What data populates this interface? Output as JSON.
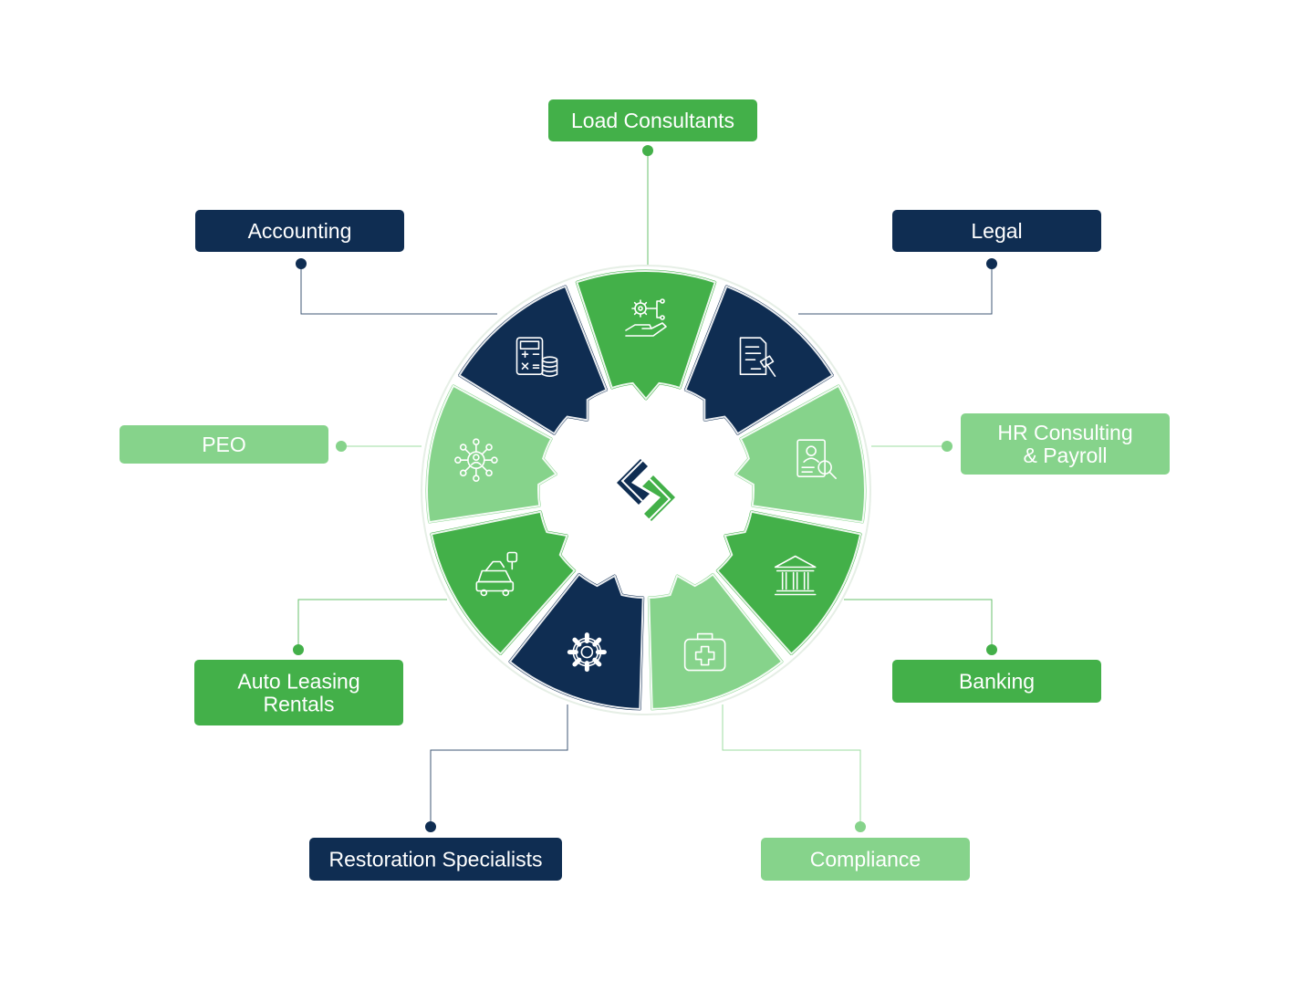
{
  "colors": {
    "navy": "#0f2d52",
    "green": "#43b049",
    "light_green": "#86d38b",
    "white": "#ffffff"
  },
  "center": {
    "icon": "s-logo-icon"
  },
  "services": [
    {
      "id": "load-consultants",
      "lines": [
        "Load Consultants"
      ],
      "color": "green",
      "icon": "gear-hand-icon"
    },
    {
      "id": "legal",
      "lines": [
        "Legal"
      ],
      "color": "navy",
      "icon": "legal-document-icon"
    },
    {
      "id": "hr-consulting-payroll",
      "lines": [
        "HR Consulting",
        "& Payroll"
      ],
      "color": "light_green",
      "icon": "document-search-icon"
    },
    {
      "id": "banking",
      "lines": [
        "Banking"
      ],
      "color": "green",
      "icon": "bank-icon"
    },
    {
      "id": "compliance",
      "lines": [
        "Compliance"
      ],
      "color": "light_green",
      "icon": "medical-kit-icon"
    },
    {
      "id": "restoration-specialists",
      "lines": [
        "Restoration Specialists"
      ],
      "color": "navy",
      "icon": "gear-icon"
    },
    {
      "id": "auto-leasing-rentals",
      "lines": [
        "Auto Leasing",
        "Rentals"
      ],
      "color": "green",
      "icon": "car-rental-icon"
    },
    {
      "id": "peo",
      "lines": [
        "PEO"
      ],
      "color": "light_green",
      "icon": "network-people-icon"
    },
    {
      "id": "accounting",
      "lines": [
        "Accounting"
      ],
      "color": "navy",
      "icon": "calculator-icon"
    }
  ]
}
